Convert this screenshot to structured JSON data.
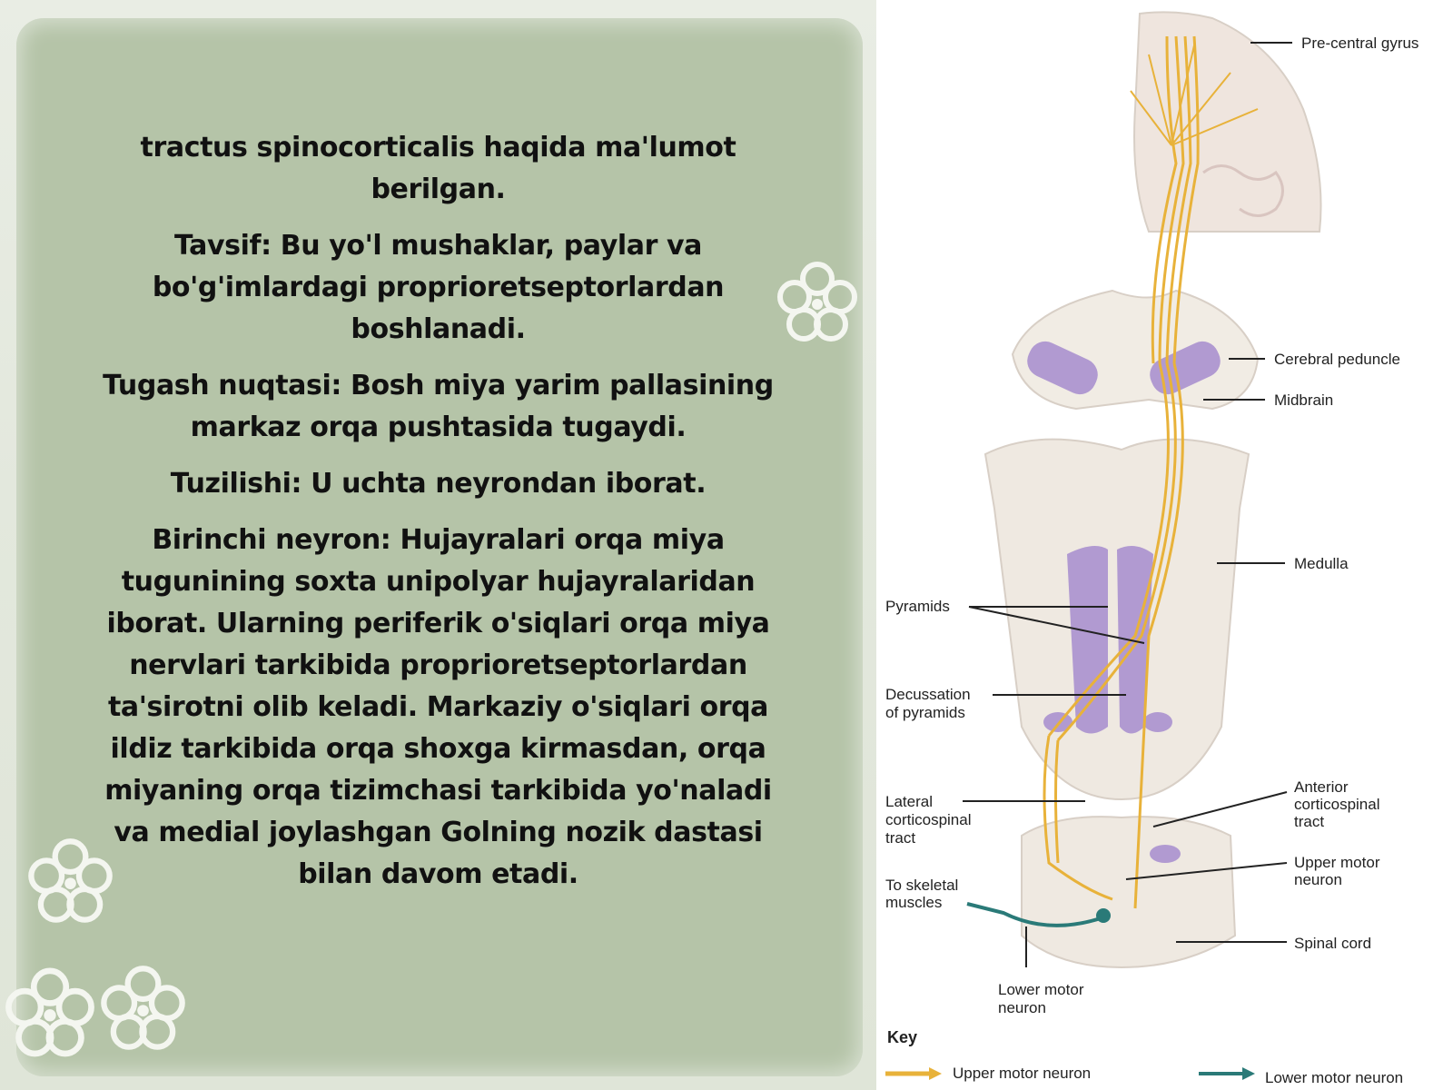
{
  "slide": {
    "paragraphs": [
      "tractus spinocorticalis haqida ma'lumot berilgan.",
      "Tavsif: Bu yo'l mushaklar, paylar va bo'g'imlardagi proprioretseptorlardan boshlanadi.",
      "Tugash nuqtasi: Bosh miya yarim pallasining markaz orqa pushtasida tugaydi.",
      "Tuzilishi: U uchta neyrondan iborat.",
      "Birinchi neyron: Hujayralari orqa miya tugunining soxta unipolyar hujayralaridan iborat. Ularning periferik o'siqlari orqa miya nervlari tarkibida proprioretseptorlardan ta'sirotni olib keladi. Markaziy o'siqlari orqa ildiz tarkibida orqa shoxga kirmasdan, orqa miyaning orqa tizimchasi tarkibida yo'naladi va medial joylashgan Golning nozik dastasi bilan davom etadi."
    ]
  },
  "figure": {
    "labels": {
      "precentral_gyrus": "Pre-central gyrus",
      "cerebral_peduncle": "Cerebral peduncle",
      "midbrain": "Midbrain",
      "medulla": "Medulla",
      "pyramids": "Pyramids",
      "decussation_line1": "Decussation",
      "decussation_line2": "of pyramids",
      "anterior_line1": "Anterior",
      "anterior_line2": "corticospinal",
      "anterior_line3": "tract",
      "lateral_line1": "Lateral",
      "lateral_line2": "corticospinal",
      "lateral_line3": "tract",
      "upper_motor_line1": "Upper motor",
      "upper_motor_line2": "neuron",
      "to_skeletal_line1": "To skeletal",
      "to_skeletal_line2": "muscles",
      "spinal_cord": "Spinal cord",
      "lower_motor_line1": "Lower motor",
      "lower_motor_line2": "neuron"
    },
    "key": {
      "title": "Key",
      "upper": "Upper motor neuron",
      "lower": "Lower motor neuron"
    },
    "colors": {
      "tract": "#e8b23a",
      "pyramid": "#b19ad1",
      "tissue": "#ece6dc",
      "lower_neuron": "#2a7a78"
    }
  }
}
